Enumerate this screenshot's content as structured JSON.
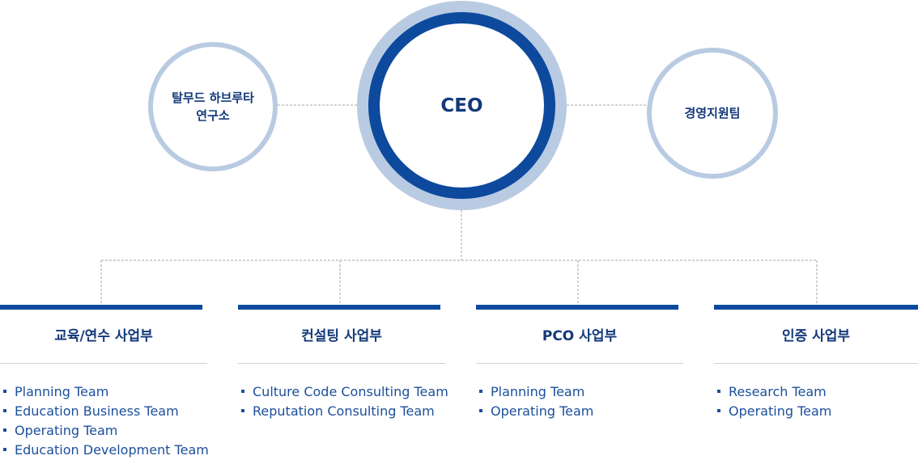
{
  "top": {
    "left_circle": {
      "line1": "탈무드 하브루타",
      "line2": "연구소"
    },
    "ceo": "CEO",
    "right_circle": "경영지원팀"
  },
  "divisions": [
    {
      "title": "교육/연수 사업부",
      "teams": [
        "Planning Team",
        "Education Business Team",
        "Operating Team",
        "Education Development Team"
      ]
    },
    {
      "title": "컨설팅 사업부",
      "teams": [
        "Culture Code Consulting Team",
        "Reputation Consulting Team"
      ]
    },
    {
      "title": "PCO 사업부",
      "teams": [
        "Planning Team",
        "Operating Team"
      ]
    },
    {
      "title": "인증 사업부",
      "teams": [
        "Research Team",
        "Operating Team"
      ]
    }
  ],
  "colors": {
    "primary": "#0d4a9e",
    "light_ring": "#b9cbe2",
    "text": "#13397a",
    "connector": "#a6a6a6"
  }
}
